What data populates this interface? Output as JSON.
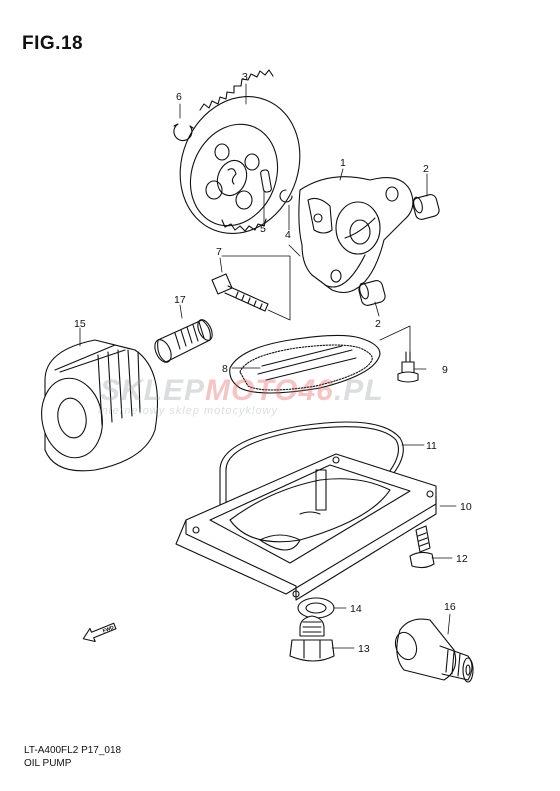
{
  "figure": {
    "title": "FIG.18"
  },
  "watermark": {
    "part1": "SKLEP",
    "part2": "MOTO",
    "part3": "46",
    "part4": ".PL",
    "tagline": "internetowy sklep motocyklowy"
  },
  "arrow_label": "FWD",
  "callouts": {
    "c1": "1",
    "c2a": "2",
    "c2b": "2",
    "c3": "3",
    "c4": "4",
    "c5": "5",
    "c6": "6",
    "c7": "7",
    "c8": "8",
    "c9": "9",
    "c10": "10",
    "c11": "11",
    "c12": "12",
    "c13": "13",
    "c14": "14",
    "c15": "15",
    "c16": "16",
    "c17": "17"
  },
  "footer": {
    "code": "LT-A400FL2 P17_018",
    "name": "OIL PUMP"
  }
}
